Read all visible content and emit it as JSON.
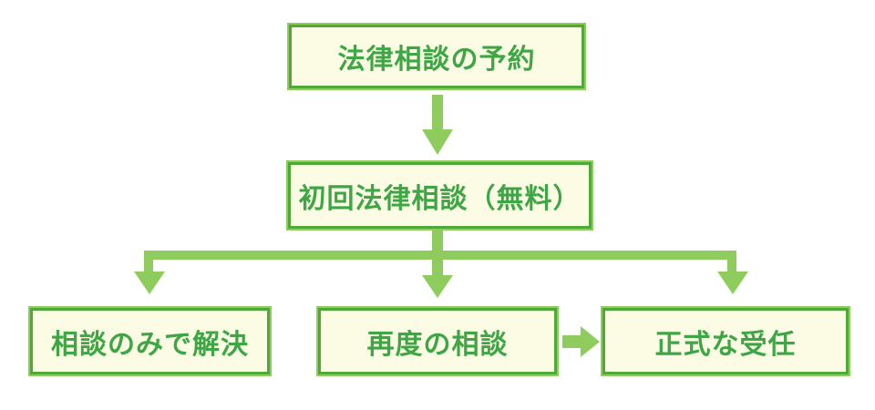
{
  "diagram": {
    "type": "flowchart",
    "nodes": [
      {
        "id": "reserve",
        "label": "法律相談の予約"
      },
      {
        "id": "first",
        "label": "初回法律相談（無料）"
      },
      {
        "id": "resolved",
        "label": "相談のみで解決"
      },
      {
        "id": "repeat",
        "label": "再度の相談"
      },
      {
        "id": "formal",
        "label": "正式な受任"
      }
    ],
    "edges": [
      {
        "from": "reserve",
        "to": "first",
        "style": "down-arrow"
      },
      {
        "from": "first",
        "to": "resolved",
        "style": "branch-down-arrow"
      },
      {
        "from": "first",
        "to": "repeat",
        "style": "branch-down-arrow"
      },
      {
        "from": "first",
        "to": "formal",
        "style": "branch-down-arrow"
      },
      {
        "from": "repeat",
        "to": "formal",
        "style": "right-arrow"
      }
    ]
  },
  "colors": {
    "bg": "#ffffff",
    "fill": "#fcfce5",
    "border": "#4ea939",
    "outline": "#8ecd5d",
    "text": "#3ea645",
    "arrow": "#8ecd5d"
  }
}
